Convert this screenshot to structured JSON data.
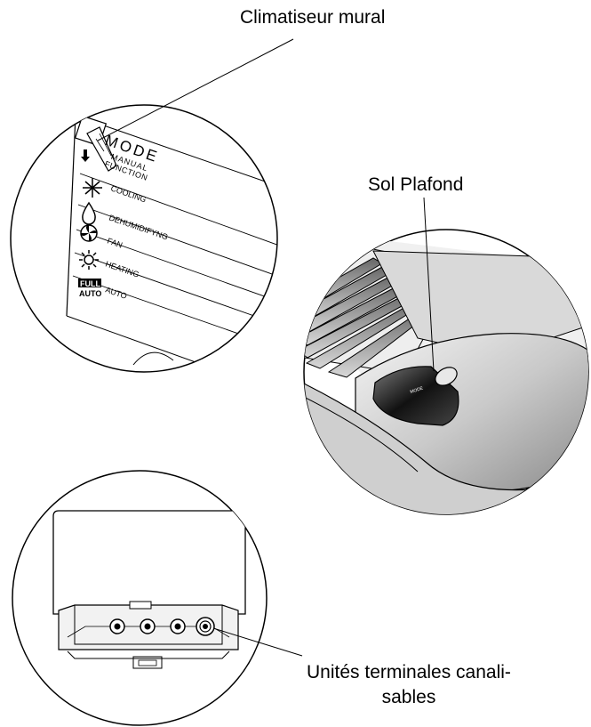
{
  "labels": {
    "wall_unit": "Climatiseur mural",
    "floor_ceiling": "Sol Plafond",
    "ducted_line1": "Unités terminales canali-",
    "ducted_line2": "sables"
  },
  "panel": {
    "mode_title": "MODE",
    "manual": "MANUAL",
    "function": "FUNCTION",
    "modes": [
      "COOLING",
      "DEHUMIDIFYNG",
      "FAN",
      "HEATING",
      "AUTO"
    ],
    "full_badge": "FULL",
    "auto_badge": "AUTO"
  },
  "button_text": "MODE",
  "colors": {
    "line": "#000000",
    "background": "#ffffff"
  }
}
